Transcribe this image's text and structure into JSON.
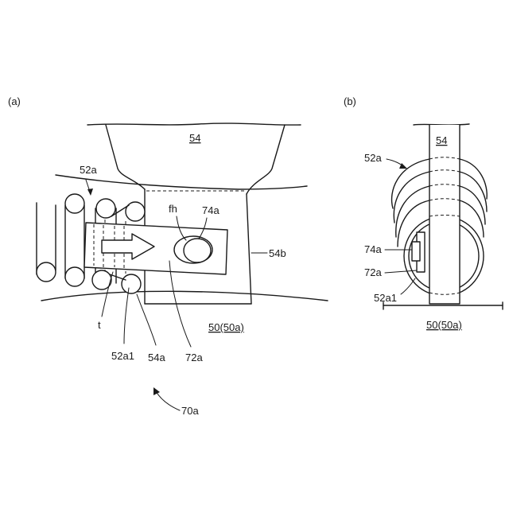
{
  "panels": {
    "a": {
      "tag": "(a)"
    },
    "b": {
      "tag": "(b)"
    }
  },
  "labels": {
    "part_54": "54",
    "part_52a": "52a",
    "part_fh": "fh",
    "part_74a": "74a",
    "part_54b": "54b",
    "part_t": "t",
    "part_52a1": "52a1",
    "part_54a": "54a",
    "part_72a": "72a",
    "part_50": "50(50a)",
    "part_70a": "70a"
  },
  "labels_b": {
    "part_54": "54",
    "part_52a": "52a",
    "part_74a": "74a",
    "part_72a": "72a",
    "part_52a1": "52a1",
    "part_50": "50(50a)"
  }
}
